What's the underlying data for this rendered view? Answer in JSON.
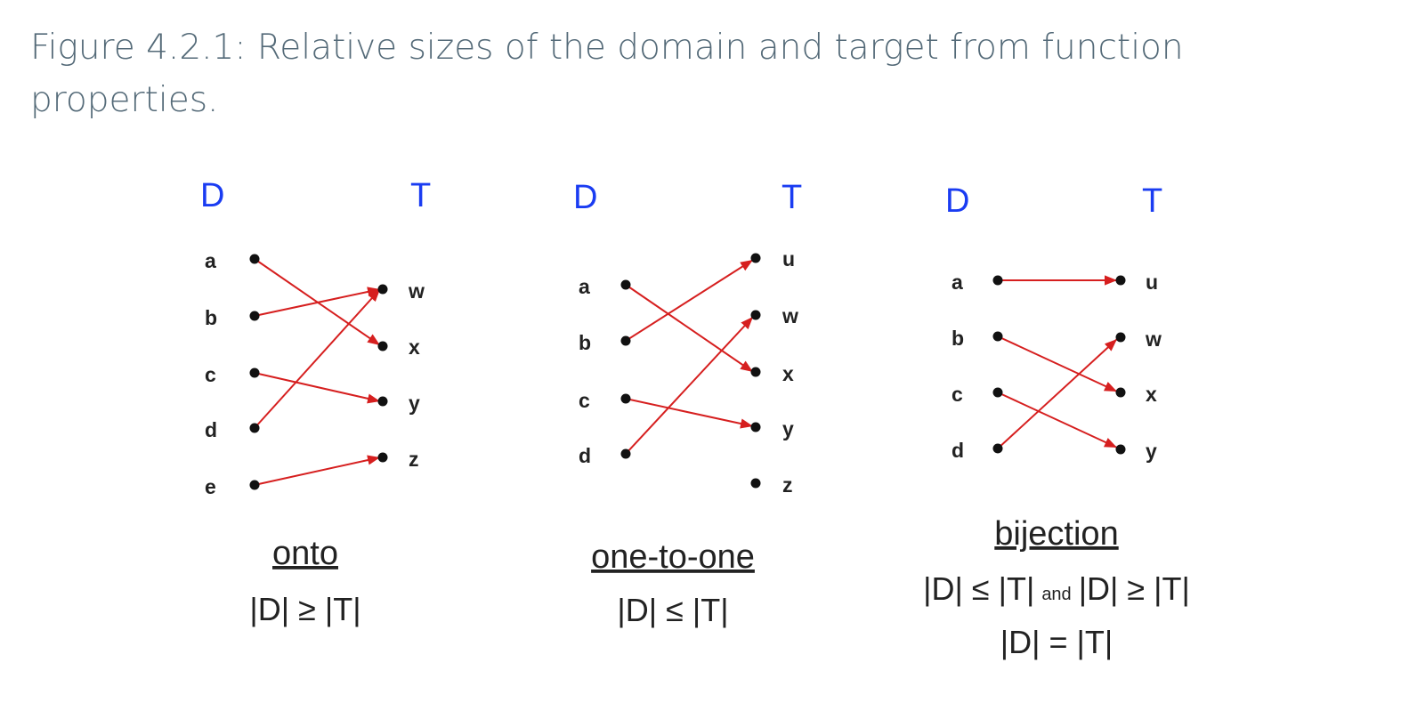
{
  "caption": "Figure 4.2.1: Relative sizes of the domain and target from function properties.",
  "colors": {
    "set_label": "#1a3cf2",
    "arrow": "#d61f1f",
    "text": "#222222",
    "caption": "#546a78"
  },
  "panels": [
    {
      "domain_label": "D",
      "target_label": "T",
      "domain": [
        "a",
        "b",
        "c",
        "d",
        "e"
      ],
      "target": [
        "w",
        "x",
        "y",
        "z"
      ],
      "mapping": [
        [
          "a",
          "x"
        ],
        [
          "b",
          "w"
        ],
        [
          "c",
          "y"
        ],
        [
          "d",
          "w"
        ],
        [
          "e",
          "z"
        ]
      ],
      "title": "onto",
      "formula": "|D| ≥ |T|"
    },
    {
      "domain_label": "D",
      "target_label": "T",
      "domain": [
        "a",
        "b",
        "c",
        "d"
      ],
      "target": [
        "u",
        "w",
        "x",
        "y",
        "z"
      ],
      "mapping": [
        [
          "a",
          "x"
        ],
        [
          "b",
          "u"
        ],
        [
          "c",
          "y"
        ],
        [
          "d",
          "w"
        ]
      ],
      "title": "one-to-one",
      "formula": "|D| ≤ |T|"
    },
    {
      "domain_label": "D",
      "target_label": "T",
      "domain": [
        "a",
        "b",
        "c",
        "d"
      ],
      "target": [
        "u",
        "w",
        "x",
        "y"
      ],
      "mapping": [
        [
          "a",
          "u"
        ],
        [
          "b",
          "x"
        ],
        [
          "c",
          "y"
        ],
        [
          "d",
          "w"
        ]
      ],
      "title": "bijection",
      "formula_left": "|D| ≤ |T|",
      "formula_and": "and",
      "formula_right": "|D| ≥ |T|",
      "formula2": "|D| = |T|"
    }
  ]
}
